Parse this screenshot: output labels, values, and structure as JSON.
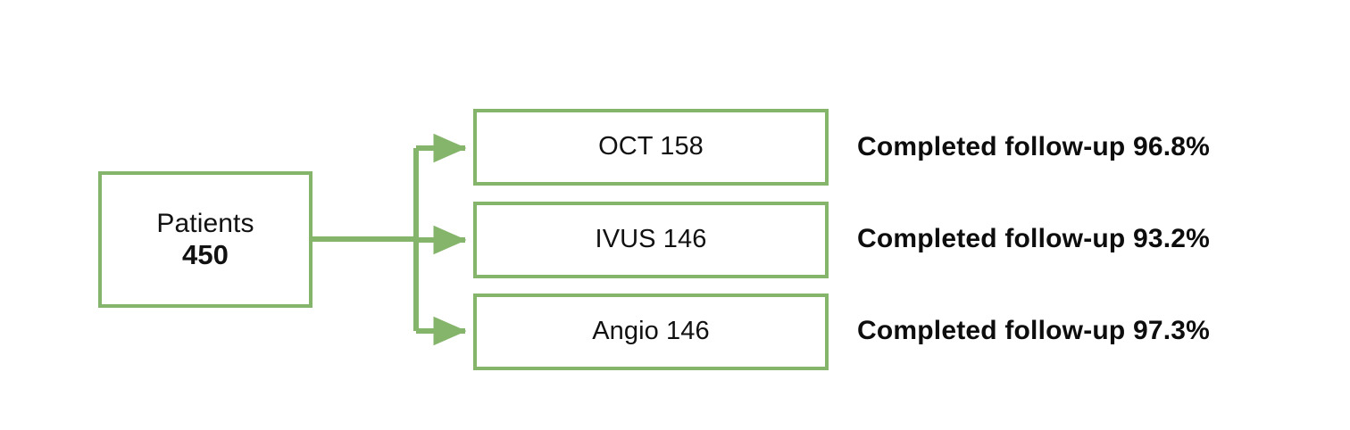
{
  "diagram": {
    "type": "flowchart",
    "orientation": "left-to-right",
    "accent_color": "#85b46b",
    "text_color": "#111111",
    "background_color": "#ffffff",
    "source": {
      "label": "Patients",
      "value": "450"
    },
    "arms": [
      {
        "label": "OCT 158",
        "modality": "OCT",
        "count": "158",
        "note": "Completed follow-up 96.8%",
        "followup_percent": "96.8%"
      },
      {
        "label": "IVUS 146",
        "modality": "IVUS",
        "count": "146",
        "note": "Completed follow-up 93.2%",
        "followup_percent": "93.2%"
      },
      {
        "label": "Angio 146",
        "modality": "Angio",
        "count": "146",
        "note": "Completed follow-up 97.3%",
        "followup_percent": "97.3%"
      }
    ]
  }
}
